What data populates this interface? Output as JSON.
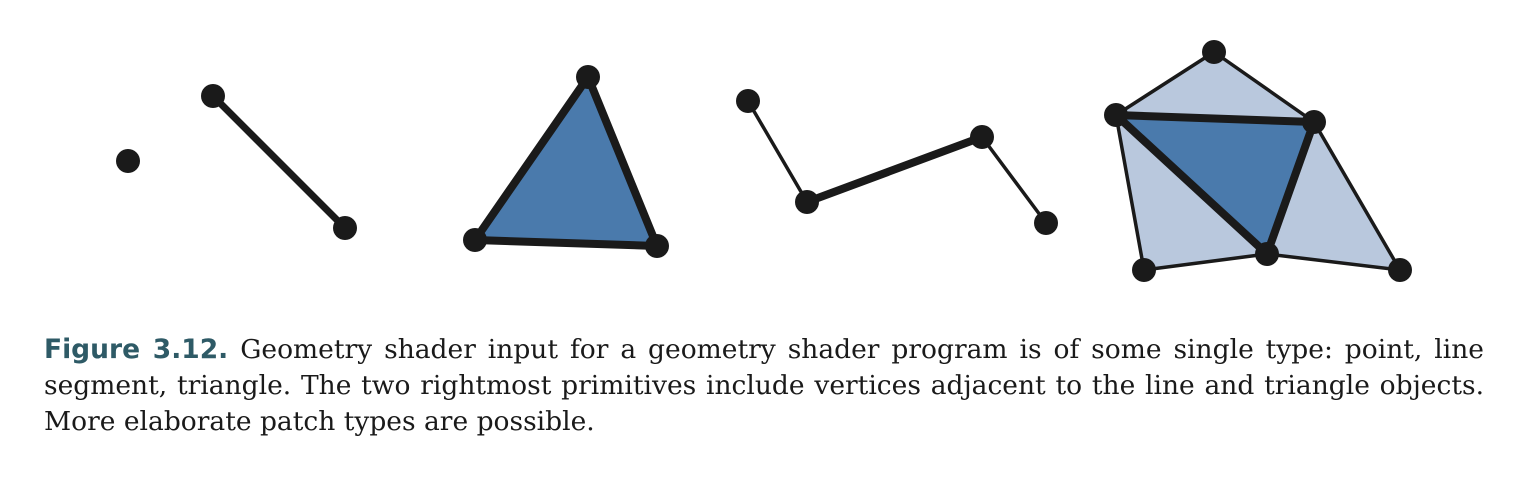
{
  "colors": {
    "vertex": "#1a1a1a",
    "edge": "#1a1a1a",
    "triangle_fill": "#4a7aac",
    "adjacent_fill": "#b9c8dd",
    "caption_label": "#2e5a66",
    "caption_text": "#1a1a1a"
  },
  "figure": {
    "primitives": [
      "point",
      "line segment",
      "triangle",
      "line with adjacency",
      "triangle with adjacency"
    ]
  },
  "caption": {
    "label": "Figure 3.12.",
    "text": "Geometry shader input for a geometry shader program is of some single type: point, line segment, triangle. The two rightmost primitives include vertices adjacent to the line and triangle objects. More elaborate patch types are possible."
  }
}
